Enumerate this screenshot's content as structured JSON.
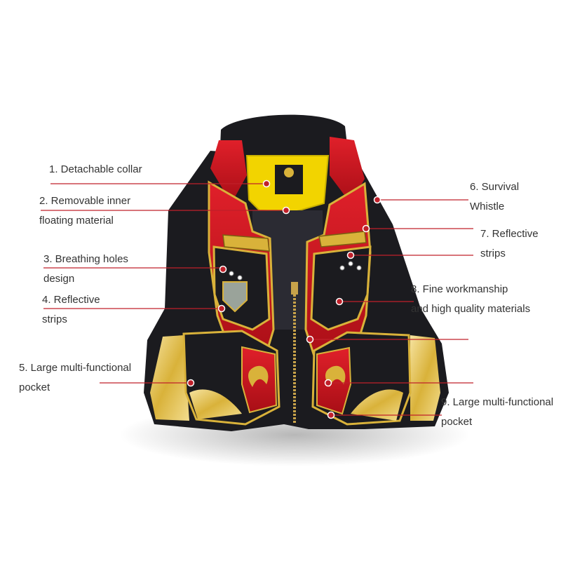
{
  "colors": {
    "leader_line": "#c0202a",
    "vest_black": "#1b1b1f",
    "vest_red": "#c8141e",
    "vest_gold": "#d9b23a",
    "vest_yellow": "#f2d400",
    "label_text": "#333333"
  },
  "callouts": [
    {
      "id": "c1",
      "lines": [
        "1. Detachable collar"
      ]
    },
    {
      "id": "c2",
      "lines": [
        "2. Removable inner",
        "floating material"
      ]
    },
    {
      "id": "c3",
      "lines": [
        "3. Breathing holes",
        "design"
      ]
    },
    {
      "id": "c4",
      "lines": [
        "4. Reflective",
        "strips"
      ]
    },
    {
      "id": "c5",
      "lines": [
        "5. Large multi-functional",
        "pocket"
      ]
    },
    {
      "id": "c6",
      "lines": [
        "6. Survival",
        "Whistle"
      ]
    },
    {
      "id": "c7",
      "lines": [
        "7. Reflective",
        "strips"
      ]
    },
    {
      "id": "c8",
      "lines": [
        "8. Fine workmanship",
        "and high quality materials"
      ]
    },
    {
      "id": "c9",
      "lines": [
        "9. Large multi-functional",
        "pocket"
      ]
    }
  ]
}
